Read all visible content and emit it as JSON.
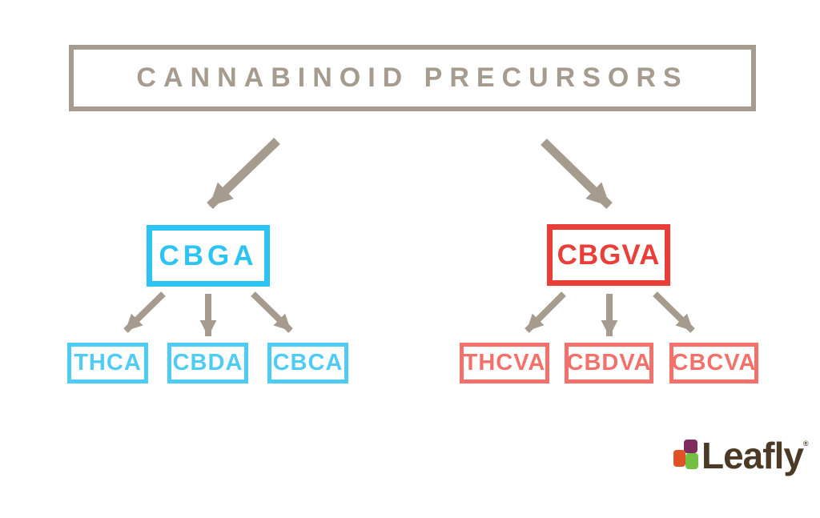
{
  "title": {
    "label": "CANNABINOID PRECURSORS"
  },
  "diagram": {
    "left_branch": {
      "parent": "CBGA",
      "children": [
        "THCA",
        "CBDA",
        "CBCA"
      ]
    },
    "right_branch": {
      "parent": "CBGVA",
      "children": [
        "THCVA",
        "CBDVA",
        "CBCVA"
      ]
    }
  },
  "colors": {
    "arrow_taupe": "#a59c8f",
    "cyan_parent": "#2bc4f3",
    "cyan_child": "#4fccf6",
    "red_parent": "#ea3e38",
    "red_child": "#f3716a",
    "logo_brown": "#4b3a26",
    "logo_purple": "#7e2b5e",
    "logo_orange": "#e05126",
    "logo_green": "#72bf44"
  },
  "logo": {
    "wordmark": "Leafly",
    "registered_mark": "®"
  }
}
